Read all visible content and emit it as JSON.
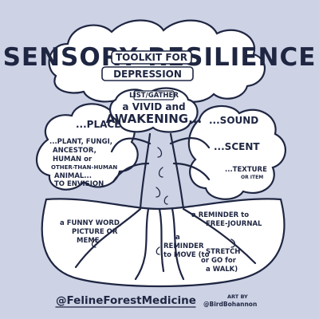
{
  "title": "SENSORY RESILIENCE",
  "subtitle": {
    "line1": "TOOLKIT FOR",
    "line2": "DEPRESSION"
  },
  "center": {
    "tag": "LIST/GATHER",
    "line1": "a VIVID and",
    "line2": "AWAKENING..."
  },
  "left": {
    "place": "...PLACE",
    "lines": [
      "...PLANT, FUNGI,",
      "ANCESTOR,",
      "HUMAN or",
      "OTHER-THAN-HUMAN",
      "ANIMAL...",
      "TO ENVISION"
    ]
  },
  "right": {
    "sound": "...SOUND",
    "scent": "...SCENT",
    "texture": "...TEXTURE",
    "texture_sub": "OR ITEM"
  },
  "roots": {
    "left": [
      "a FUNNY WORD,",
      "PICTURE OR",
      "MEME"
    ],
    "right_top": [
      "a REMINDER to",
      "FREE-JOURNAL"
    ],
    "bottom_a": [
      "a",
      "REMINDER",
      "to MOVE (to"
    ],
    "bottom_b": [
      "STRETCH",
      "or GO for",
      "a WALK)"
    ]
  },
  "footer": {
    "handle": "@FelineForestMedicine",
    "credit1": "ART BY",
    "credit2": "@BirdBohannon"
  },
  "colors": {
    "background": "#cdd3e5",
    "ink": "#1f2642",
    "paper": "#ffffff"
  }
}
